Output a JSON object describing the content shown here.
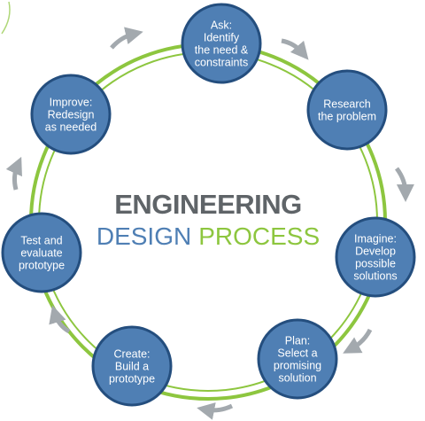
{
  "title": {
    "line1": "ENGINEERING",
    "line2_part1": "DESIGN",
    "line2_part2": "PROCESS"
  },
  "colors": {
    "node_fill": "#4f7fb4",
    "node_stroke": "#244e7e",
    "ring": "#8dc63f",
    "arrow": "#a3a9ae",
    "title_gray": "#5f6468",
    "title_blue": "#4f7fb4",
    "title_green": "#8dc63f"
  },
  "steps": [
    {
      "id": "ask",
      "lines": [
        "Ask:",
        "Identify",
        "the need &",
        "constraints"
      ]
    },
    {
      "id": "research",
      "lines": [
        "Research",
        "the problem"
      ]
    },
    {
      "id": "imagine",
      "lines": [
        "Imagine:",
        "Develop",
        "possible",
        "solutions"
      ]
    },
    {
      "id": "plan",
      "lines": [
        "Plan:",
        "Select a",
        "promising",
        "solution"
      ]
    },
    {
      "id": "create",
      "lines": [
        "Create:",
        "Build a",
        "prototype"
      ]
    },
    {
      "id": "test",
      "lines": [
        "Test and",
        "evaluate",
        "prototype"
      ]
    },
    {
      "id": "improve",
      "lines": [
        "Improve:",
        "Redesign",
        "as needed"
      ]
    }
  ]
}
